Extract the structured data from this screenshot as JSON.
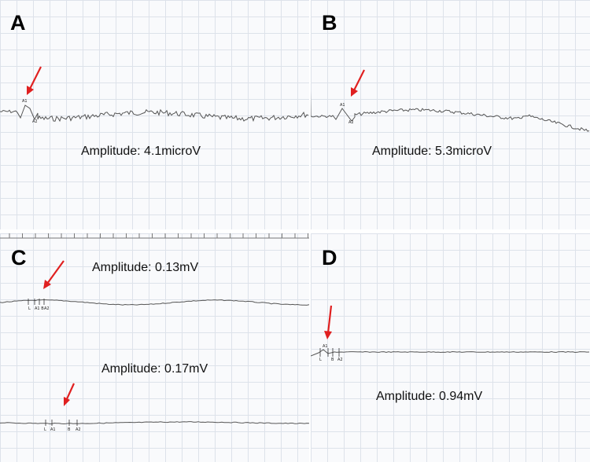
{
  "panels": [
    {
      "label": "A",
      "amplitude": "Amplitude: 4.1microV"
    },
    {
      "label": "B",
      "amplitude": "Amplitude: 5.3microV"
    },
    {
      "label": "C",
      "amplitudes": [
        "Amplitude: 0.13mV",
        "Amplitude: 0.17mV"
      ]
    },
    {
      "label": "D",
      "amplitude": "Amplitude: 0.94mV"
    }
  ],
  "markers": {
    "a1": "A1",
    "a2": "A2",
    "l": "L",
    "b": "B",
    "a1b": "A1 B"
  },
  "colors": {
    "arrow": "#e02020",
    "trace": "#555555",
    "grid": "#dde2ea"
  }
}
